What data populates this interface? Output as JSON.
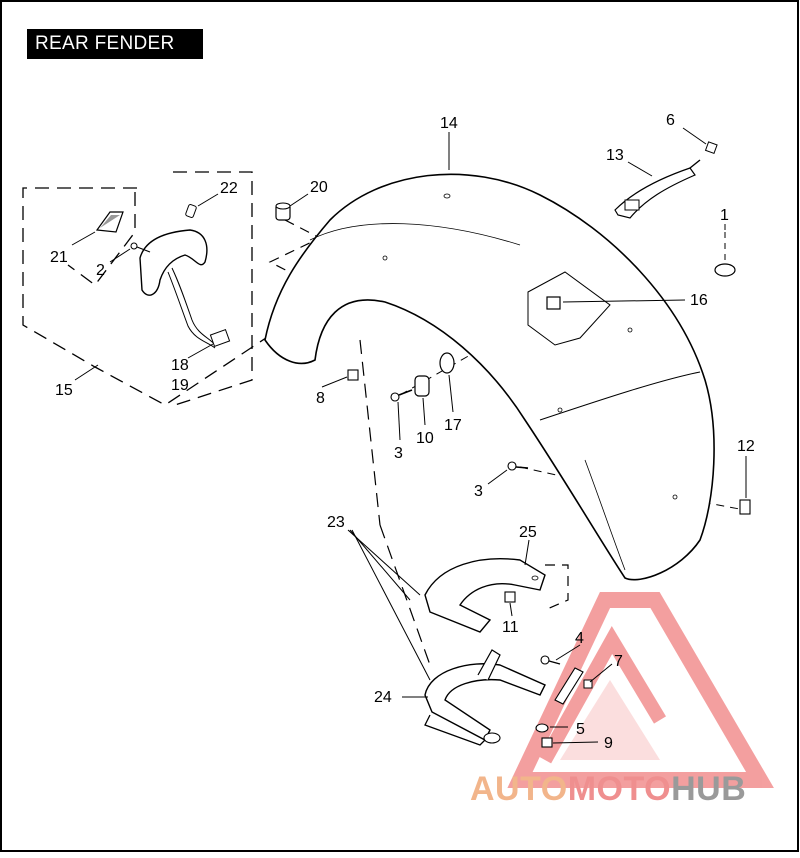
{
  "title": "REAR FENDER",
  "watermark": {
    "part1": "AUTO",
    "part2": "MOTO",
    "part3": "HUB",
    "color1": "#f2b58b",
    "color2": "#ef8f8f",
    "color3": "#9a9a9a",
    "logo_color": "#f08080"
  },
  "callouts": {
    "c1": "1",
    "c2": "2",
    "c3a": "3",
    "c3b": "3",
    "c4": "4",
    "c5": "5",
    "c6": "6",
    "c7": "7",
    "c8": "8",
    "c9": "9",
    "c10": "10",
    "c11": "11",
    "c12": "12",
    "c13": "13",
    "c14": "14",
    "c15": "15",
    "c16": "16",
    "c17": "17",
    "c18": "18",
    "c19": "19",
    "c20": "20",
    "c21": "21",
    "c22": "22",
    "c23": "23",
    "c24": "24",
    "c25": "25"
  }
}
